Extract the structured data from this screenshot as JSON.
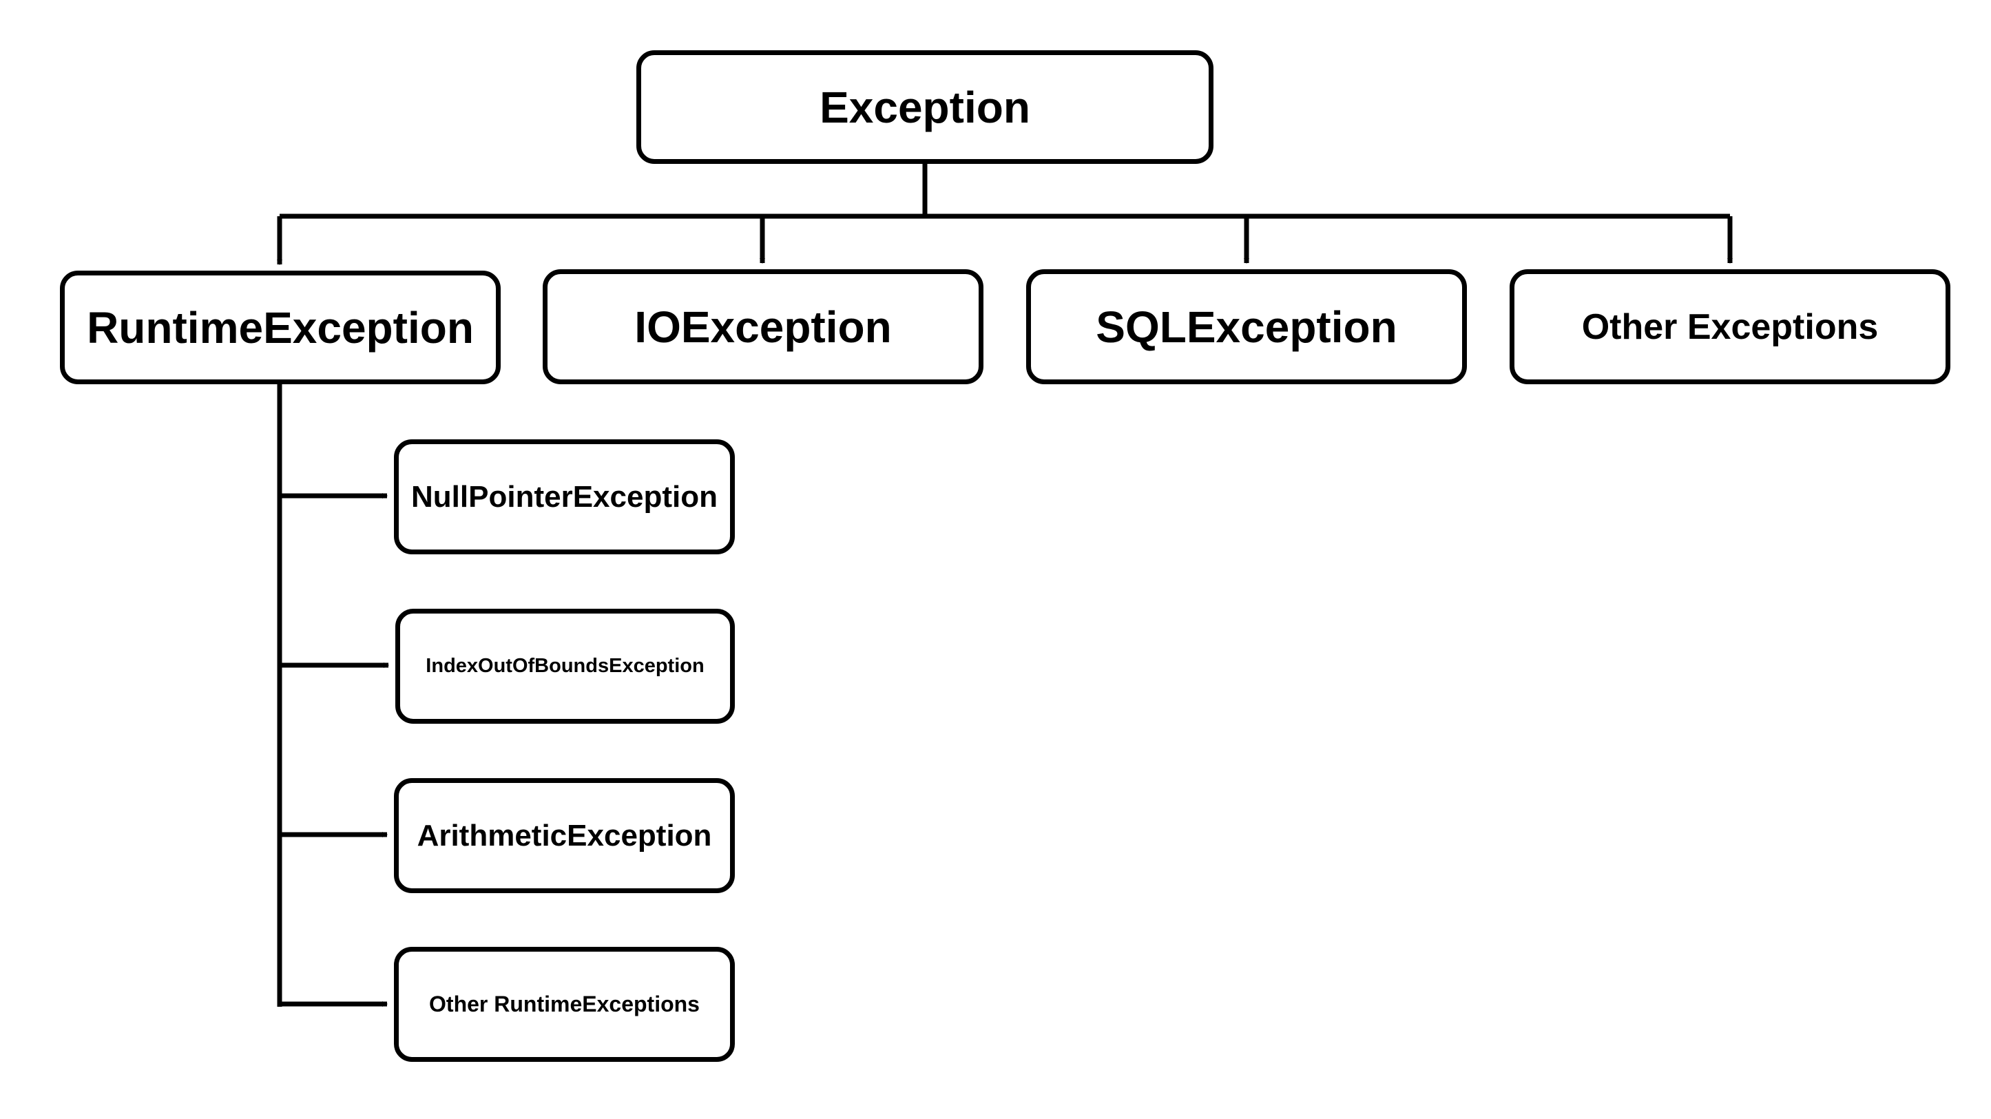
{
  "diagram": {
    "root": {
      "label": "Exception"
    },
    "level1": [
      {
        "label": "RuntimeException"
      },
      {
        "label": "IOException"
      },
      {
        "label": "SQLException"
      },
      {
        "label": "Other Exceptions"
      }
    ],
    "runtime_children": [
      {
        "label": "NullPointerException"
      },
      {
        "label": "IndexOutOfBoundsException"
      },
      {
        "label": "ArithmeticException"
      },
      {
        "label": "Other RuntimeExceptions"
      }
    ]
  },
  "colors": {
    "line": "#000000",
    "box_border": "#000000",
    "box_fill": "#ffffff",
    "text": "#000000"
  }
}
